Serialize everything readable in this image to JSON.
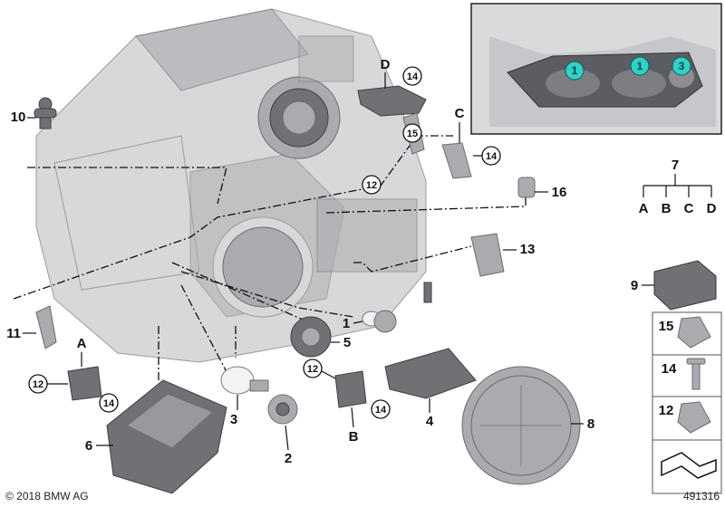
{
  "copyright": "© 2018 BMW AG",
  "diagram_number": "491316",
  "inset": {
    "markers": [
      "1",
      "1",
      "3"
    ],
    "marker_color": "#2fd1c8"
  },
  "tree": {
    "parent": "7",
    "children": [
      "A",
      "B",
      "C",
      "D"
    ]
  },
  "side_panel": {
    "items": [
      "9",
      "15",
      "14",
      "12"
    ]
  },
  "labels": {
    "l1": "1",
    "l2": "2",
    "l3": "3",
    "l4": "4",
    "l5": "5",
    "l6": "6",
    "l8": "8",
    "l10": "10",
    "l11": "11",
    "l13": "13",
    "l16": "16",
    "la": "A",
    "lb": "B",
    "lc": "C",
    "ld": "D",
    "c12a": "12",
    "c12b": "12",
    "c12c": "12",
    "c14a": "14",
    "c14b": "14",
    "c14c": "14",
    "c14d": "14",
    "c15": "15"
  }
}
